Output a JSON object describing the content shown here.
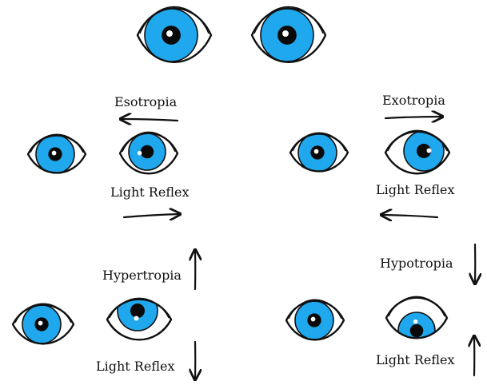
{
  "colors": {
    "iris": "#1FA8EE",
    "outline": "#111111",
    "pupil": "#0a0a0a",
    "sclera": "#ffffff",
    "reflex": "#ffffff"
  },
  "labels": {
    "esotropia": "Esotropia",
    "exotropia": "Exotropia",
    "light_reflex_eso": "Light Reflex",
    "light_reflex_exo": "Light Reflex",
    "hypertropia": "Hypertropia",
    "hypotropia": "Hypotropia",
    "light_reflex_hyper": "Light Reflex",
    "light_reflex_hypo": "Light Reflex"
  },
  "icons": {
    "eye": "eye-icon",
    "arrow": "arrow-icon"
  }
}
